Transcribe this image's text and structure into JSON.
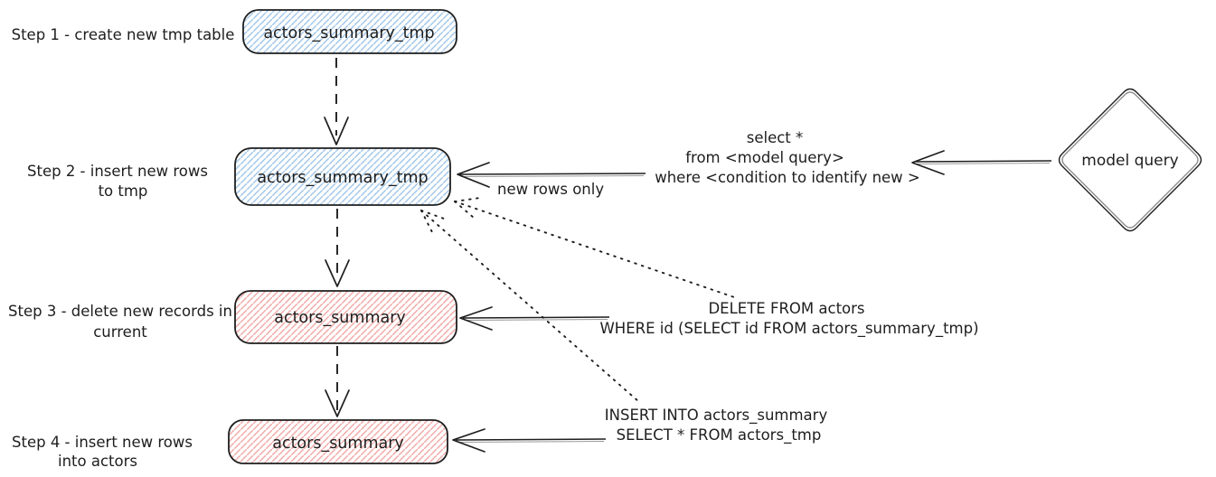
{
  "canvas": {
    "background": "#ffffff"
  },
  "colors": {
    "stroke": "#1e1e1e",
    "blue_hatch": "#a3c7e8",
    "red_hatch": "#f1aaa7"
  },
  "steps": [
    {
      "label_lines": [
        "Step 1 - create new tmp table"
      ],
      "box_label": "actors_summary_tmp",
      "box_style": "blue-hatched"
    },
    {
      "label_lines": [
        "Step 2 - insert new rows",
        "to tmp"
      ],
      "box_label": "actors_summary_tmp",
      "box_style": "blue-hatched"
    },
    {
      "label_lines": [
        "Step 3 - delete new records in",
        "current"
      ],
      "box_label": "actors_summary",
      "box_style": "red-hatched"
    },
    {
      "label_lines": [
        "Step 4 - insert new rows",
        "into actors"
      ],
      "box_label": "actors_summary",
      "box_style": "red-hatched"
    }
  ],
  "annotations": {
    "select_query": {
      "lines": [
        "select *",
        "from <model query>",
        "where <condition to identify new >"
      ]
    },
    "new_rows_label": "new rows only",
    "delete_query": {
      "lines": [
        "DELETE FROM actors",
        "WHERE id (SELECT id FROM actors_summary_tmp)"
      ]
    },
    "insert_query": {
      "lines": [
        "INSERT INTO actors_summary",
        "SELECT * FROM actors_tmp"
      ]
    }
  },
  "nodes": {
    "model_query_label": "model query"
  }
}
